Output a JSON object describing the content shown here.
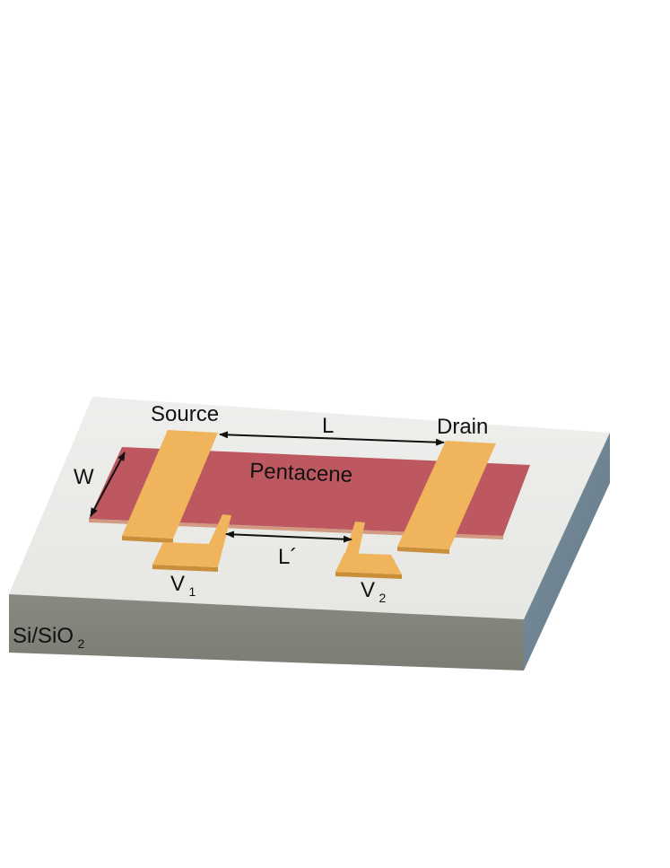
{
  "labels": {
    "source": "Source",
    "drain": "Drain",
    "channel_length": "L",
    "channel_width": "W",
    "material": "Pentacene",
    "probe_spacing": "L´",
    "probe1_main": "V",
    "probe1_sub": "1",
    "probe2_main": "V",
    "probe2_sub": "2",
    "substrate_main": "Si/SiO",
    "substrate_sub": "2"
  },
  "colors": {
    "background": "#ffffff",
    "substrate_top": "#ecedea",
    "substrate_front": "#7f8279",
    "substrate_side": "#6e8392",
    "pentacene_top": "#bd5860",
    "pentacene_edge": "#d29a82",
    "gold_top": "#efb45c",
    "gold_edge": "#c98e3a",
    "arrow": "#111111"
  }
}
